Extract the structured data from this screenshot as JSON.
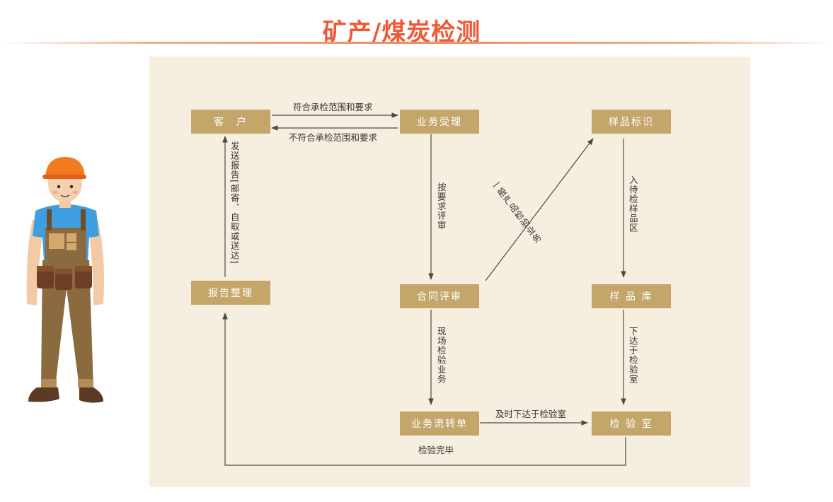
{
  "title": "矿产/煤炭检测",
  "nodes": {
    "customer": "客　户",
    "acceptance": "业务受理",
    "sample_id": "样品标识",
    "report": "报告整理",
    "contract": "合同评审",
    "sample_store": "样 品 库",
    "flow_sheet": "业务流转单",
    "lab": "检 验 室"
  },
  "edges": {
    "meets_scope": "符合承检范围和要求",
    "not_meets_scope": "不符合承检范围和要求",
    "send_report": "发送报告[邮寄、自取或送达]",
    "review_req": "按要求评审",
    "general_product": "一般产品检验业务",
    "to_pending": "入待检样品区",
    "onsite": "现场检验业务",
    "to_lab": "下达于检验室",
    "issue_timely": "及时下达于检验室",
    "done": "检验完毕"
  },
  "colors": {
    "title": "#ee5a38",
    "box": "#c4a56a",
    "panel": "#f6efdf"
  }
}
